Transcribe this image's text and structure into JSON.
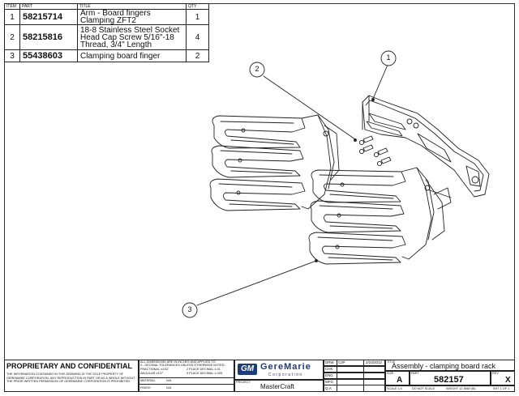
{
  "bom": {
    "headers": {
      "item": "ITEM",
      "part": "PART",
      "title": "TITLE",
      "qty": "QTY"
    },
    "rows": [
      {
        "item": "1",
        "part": "58215714",
        "title": "Arm - Board fingers Clamping ZFT2",
        "qty": "1"
      },
      {
        "item": "2",
        "part": "58215816",
        "title": "18-8 Stainless Steel Socket Head Cap Screw 5/16\"-18 Thread, 3/4\" Length",
        "qty": "4"
      },
      {
        "item": "3",
        "part": "55438603",
        "title": "Clamping board finger",
        "qty": "2"
      }
    ]
  },
  "callouts": [
    "1",
    "2",
    "3"
  ],
  "title_block": {
    "proprietary_title": "PROPRIETARY AND CONFIDENTIAL",
    "proprietary_text": "THE INFORMATION CONTAINED IN THIS DRAWING IS THE SOLE PROPERTY OF GEREMARIE CORPORATION. ANY REPRODUCTION IN PART OR AS A WHOLE WITHOUT THE PRIOR WRITTEN PERMISSION OF GEREMARIE CORPORATION IS PROHIBITED.",
    "dims_note_1": "ALL DIMENSIONS ARE IN INCHES AND APPLIED TO",
    "dims_note_2": "3 - DECIMAL TOLERANCES UNLESS OTHERWISE NOTED:",
    "fractional": "FRACTIONAL   ±1/32",
    "two_place": "2 PLACE DECIMAL  ±.01",
    "angular": "ANGULAR   ±1/2°",
    "three_place": "3 PLACE DECIMAL  ±.005",
    "material_label": "MATERIAL",
    "material_value": "N/A",
    "finish_label": "FINISH",
    "finish_value": "N/A",
    "logo_mark": "GM",
    "logo_name": "GereMarie",
    "logo_sub": "Corporation",
    "project_label": "PROJECT",
    "project_value": "MasterCraft",
    "drw_label": "DRW",
    "drw_value": "CJP",
    "drw_date": "2/23/2012",
    "chk_label": "CHK",
    "eng_label": "ENG",
    "mfg_label": "MFG",
    "qa_label": "Q.A",
    "title_label": "TITLE",
    "title_value": "Assembly - clamping board rack",
    "size_label": "SIZE",
    "size_value": "A",
    "part_label": "PART",
    "part_value": "582157",
    "rev_label": "REV",
    "rev_value": "X",
    "scale_text": "SCALE 1:4",
    "do_not_scale": "DO NOT SCALE",
    "weight_text": "WEIGHT 12.3660 (lb)",
    "sheet_text": "SHT 1 OF 1"
  }
}
